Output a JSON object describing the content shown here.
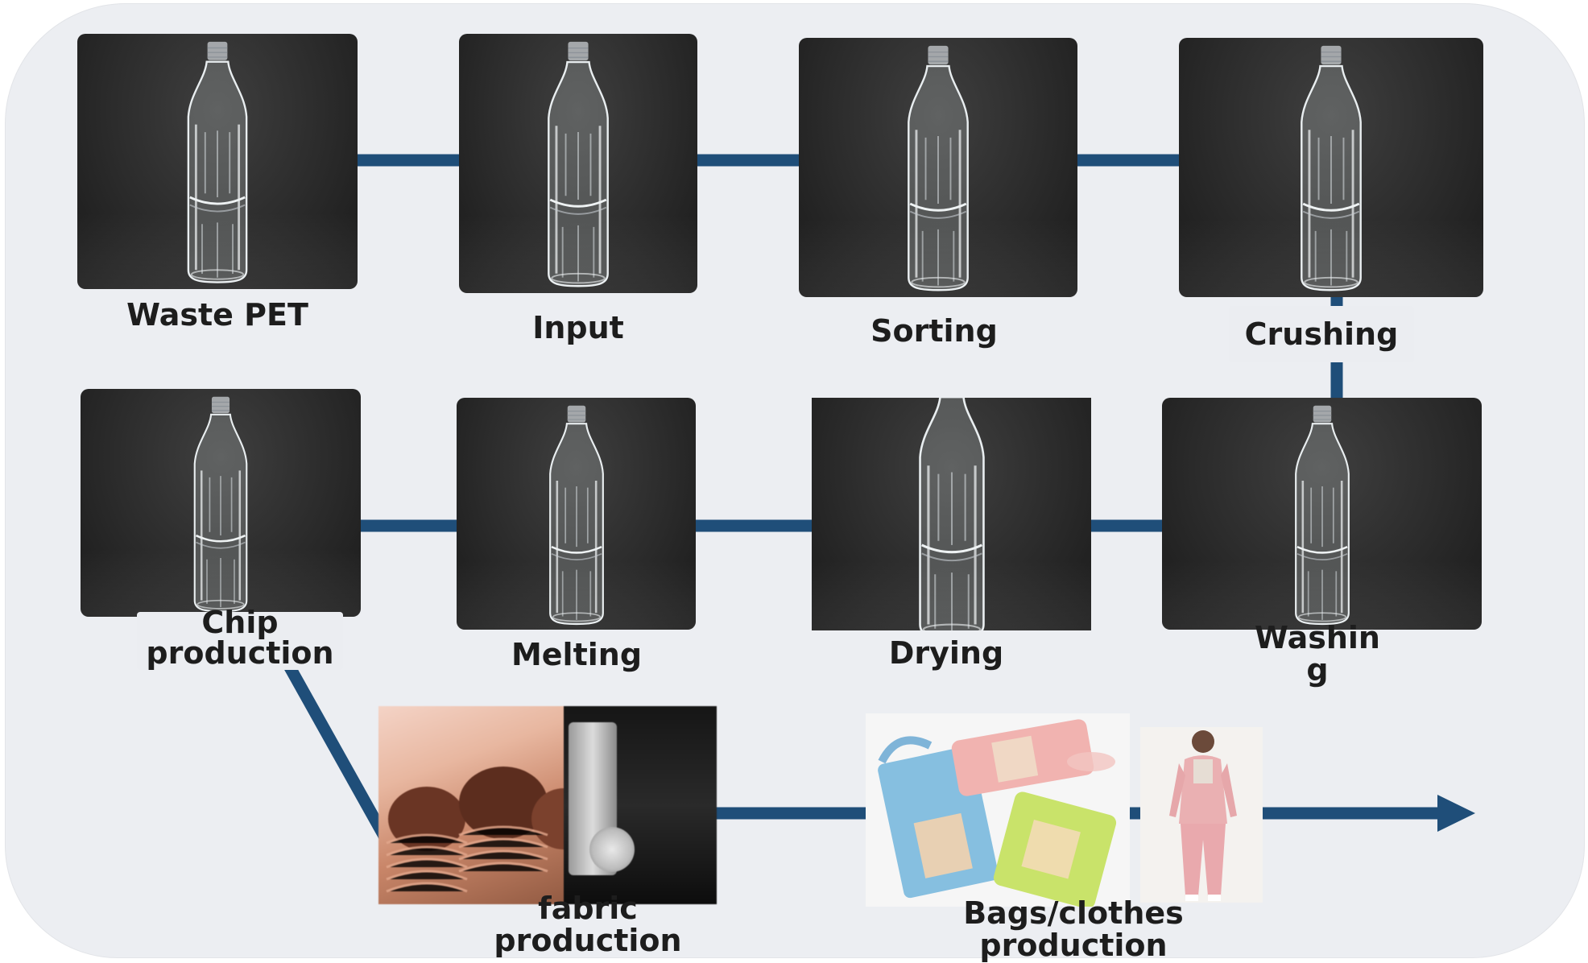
{
  "steps": [
    {
      "id": "waste-pet",
      "label": "Waste PET"
    },
    {
      "id": "input",
      "label": "Input"
    },
    {
      "id": "sorting",
      "label": "Sorting"
    },
    {
      "id": "crushing",
      "label": "Crushing"
    },
    {
      "id": "washing",
      "label_line1": "Washin",
      "label_line2": "g"
    },
    {
      "id": "drying",
      "label": "Drying"
    },
    {
      "id": "melting",
      "label": "Melting"
    },
    {
      "id": "chip-production",
      "label_line1": "Chip",
      "label_line2": "production"
    }
  ],
  "products": {
    "fabric": {
      "label_line1": "fabric",
      "label_line2": "production"
    },
    "bags_clothes": {
      "label_line1": "Bags/clothes",
      "label_line2": "production"
    }
  },
  "colors": {
    "connector": "#1f4e79",
    "panel": "#eceef2",
    "tile": "#2b2b2b",
    "text": "#1d1d1d"
  },
  "icons": [
    "pet-bottle-icon",
    "arrow-right-icon"
  ]
}
